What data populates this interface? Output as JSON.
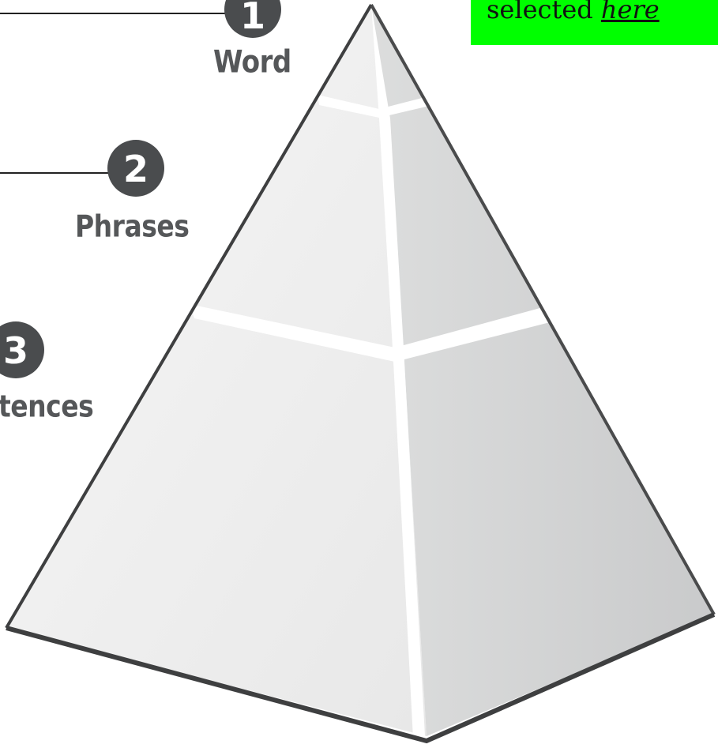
{
  "levels": [
    {
      "number": "1",
      "label": "Word"
    },
    {
      "number": "2",
      "label": "Phrases"
    },
    {
      "number": "3",
      "label": "tences"
    }
  ],
  "note": {
    "text": "selected",
    "link": "here"
  },
  "colors": {
    "badge": "#4a4c4e",
    "label": "#555759",
    "note_bg": "#00ff00",
    "face_left": "#efefef",
    "face_right": "#d4d5d6",
    "outline": "#3e3f40"
  }
}
